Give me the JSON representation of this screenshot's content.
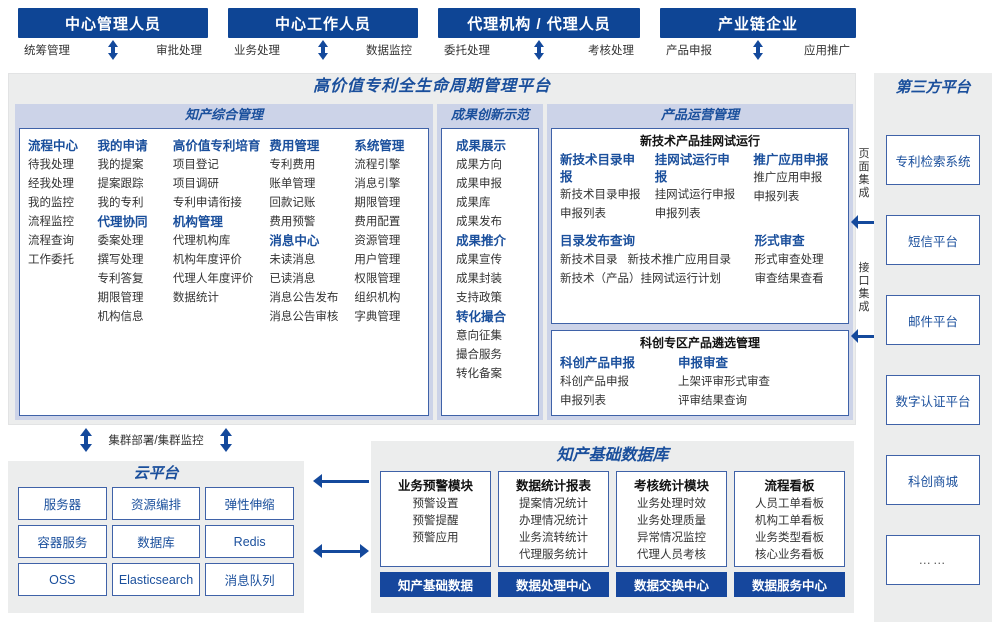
{
  "roles": [
    {
      "title": "中心管理人员",
      "left": "统筹管理",
      "right": "审批处理"
    },
    {
      "title": "中心工作人员",
      "left": "业务处理",
      "right": "数据监控"
    },
    {
      "title": "代理机构 / 代理人员",
      "left": "委托处理",
      "right": "考核处理"
    },
    {
      "title": "产业链企业",
      "left": "产品申报",
      "right": "应用推广"
    }
  ],
  "platform": {
    "title": "高价值专利全生命周期管理平台",
    "groups": {
      "comprehensive": {
        "title": "知产综合管理",
        "columns": [
          {
            "blocks": [
              {
                "head": "流程中心",
                "items": [
                  "待我处理",
                  "经我处理",
                  "我的监控",
                  "流程监控",
                  "流程查询",
                  "工作委托"
                ]
              }
            ]
          },
          {
            "blocks": [
              {
                "head": "我的申请",
                "items": [
                  "我的提案",
                  "提案跟踪",
                  "我的专利"
                ]
              },
              {
                "head": "代理协同",
                "items": [
                  "委案处理",
                  "撰写处理",
                  "专利答复",
                  "期限管理",
                  "机构信息"
                ]
              }
            ]
          },
          {
            "blocks": [
              {
                "head": "高价值专利培育",
                "items": [
                  "项目登记",
                  "项目调研",
                  "专利申请衔接"
                ]
              },
              {
                "head": "机构管理",
                "items": [
                  "代理机构库",
                  "机构年度评价",
                  "代理人年度评价",
                  "数据统计"
                ]
              }
            ]
          },
          {
            "blocks": [
              {
                "head": "费用管理",
                "items": [
                  "专利费用",
                  "账单管理",
                  "回款记账",
                  "费用预警"
                ]
              },
              {
                "head": "消息中心",
                "items": [
                  "未读消息",
                  "已读消息",
                  "消息公告发布",
                  "消息公告审核"
                ]
              }
            ]
          },
          {
            "blocks": [
              {
                "head": "系统管理",
                "items": [
                  "流程引擎",
                  "消息引擎",
                  "期限管理",
                  "费用配置",
                  "资源管理",
                  "用户管理",
                  "权限管理",
                  "组织机构",
                  "字典管理"
                ]
              }
            ]
          }
        ]
      },
      "achievement": {
        "title": "成果创新示范",
        "blocks": [
          {
            "head": "成果展示",
            "items": [
              "成果方向",
              "成果申报",
              "成果库",
              "成果发布"
            ]
          },
          {
            "head": "成果推介",
            "items": [
              "成果宣传",
              "成果封装",
              "支持政策"
            ]
          },
          {
            "head": "转化撮合",
            "items": [
              "意向征集",
              "撮合服务",
              "转化备案"
            ]
          }
        ]
      },
      "operation": {
        "title": "产品运营管理",
        "panels": [
          {
            "head": "新技术产品挂网试运行",
            "row1": [
              {
                "head": "新技术目录申报",
                "items": [
                  "新技术目录申报",
                  "申报列表"
                ]
              },
              {
                "head": "挂网试运行申报",
                "items": [
                  "挂网试运行申报",
                  "申报列表"
                ]
              },
              {
                "head": "推广应用申报",
                "items": [
                  "推广应用申报",
                  "申报列表"
                ]
              }
            ],
            "row2_left": {
              "head": "目录发布查询",
              "items": [
                "新技术目录",
                "新技术推广应用目录",
                "新技术（产品）挂网试运行计划"
              ]
            },
            "row2_right": {
              "head": "形式审查",
              "items": [
                "形式审查处理",
                "审查结果查看"
              ]
            }
          },
          {
            "head": "科创专区产品遴选管理",
            "row1": [
              {
                "head": "科创产品申报",
                "items": [
                  "科创产品申报",
                  "申报列表"
                ]
              },
              {
                "head": "申报审查",
                "items": [
                  "上架评审形式审查",
                  "评审结果查询"
                ]
              }
            ]
          }
        ]
      }
    }
  },
  "integration": {
    "page": "页面集成",
    "api": "接口集成"
  },
  "third_party": {
    "title": "第三方平台",
    "items": [
      "专利检索系统",
      "短信平台",
      "邮件平台",
      "数字认证平台",
      "科创商城",
      "……"
    ]
  },
  "cluster_label": "集群部署/集群监控",
  "cloud": {
    "title": "云平台",
    "cells": [
      "服务器",
      "资源编排",
      "弹性伸缩",
      "容器服务",
      "数据库",
      "Redis",
      "OSS",
      "Elasticsearch",
      "消息队列"
    ]
  },
  "kdb": {
    "title": "知产基础数据库",
    "columns": [
      {
        "head": "业务预警模块",
        "items": [
          "预警设置",
          "预警提醒",
          "预警应用"
        ],
        "foot": "知产基础数据"
      },
      {
        "head": "数据统计报表",
        "items": [
          "提案情况统计",
          "办理情况统计",
          "业务流转统计",
          "代理服务统计"
        ],
        "foot": "数据处理中心"
      },
      {
        "head": "考核统计模块",
        "items": [
          "业务处理时效",
          "业务处理质量",
          "异常情况监控",
          "代理人员考核"
        ],
        "foot": "数据交换中心"
      },
      {
        "head": "流程看板",
        "items": [
          "人员工单看板",
          "机构工单看板",
          "业务类型看板",
          "核心业务看板"
        ],
        "foot": "数据服务中心"
      }
    ]
  },
  "colors": {
    "header_blue": "#0e4595",
    "accent_blue": "#1a4f9c",
    "panel_gray": "#eceded",
    "group_lavender": "#ccd3e8",
    "border_blue": "#3f62a8"
  }
}
